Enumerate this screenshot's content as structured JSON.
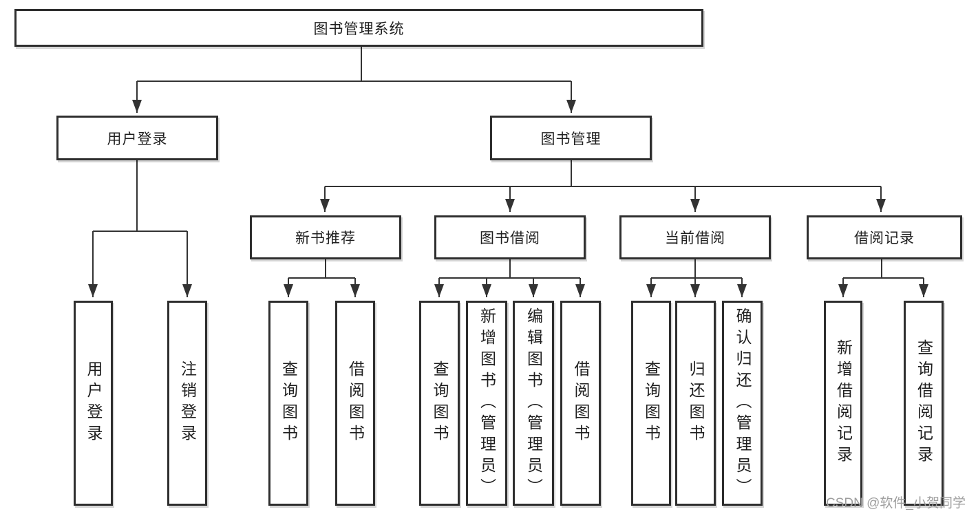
{
  "diagram": {
    "root": {
      "label": "图书管理系统",
      "children": [
        {
          "label": "用户登录",
          "children": [
            {
              "label": "用户登录"
            },
            {
              "label": "注销登录"
            }
          ]
        },
        {
          "label": "图书管理",
          "children": [
            {
              "label": "新书推荐",
              "children": [
                {
                  "label": "查询图书"
                },
                {
                  "label": "借阅图书"
                }
              ]
            },
            {
              "label": "图书借阅",
              "children": [
                {
                  "label": "查询图书"
                },
                {
                  "label": "新增图书（管理员）"
                },
                {
                  "label": "编辑图书（管理员）"
                },
                {
                  "label": "借阅图书"
                }
              ]
            },
            {
              "label": "当前借阅",
              "children": [
                {
                  "label": "查询图书"
                },
                {
                  "label": "归还图书"
                },
                {
                  "label": "确认归还（管理员）"
                }
              ]
            },
            {
              "label": "借阅记录",
              "children": [
                {
                  "label": "新增借阅记录"
                },
                {
                  "label": "查询借阅记录"
                }
              ]
            }
          ]
        }
      ]
    },
    "watermark": "CSDN @软件_小贺同学",
    "colors": {
      "line": "#333333",
      "box_border": "#2e2e2e",
      "box_fill": "#ffffff",
      "text": "#1f1f1f",
      "watermark": "#9e9e9e"
    }
  }
}
